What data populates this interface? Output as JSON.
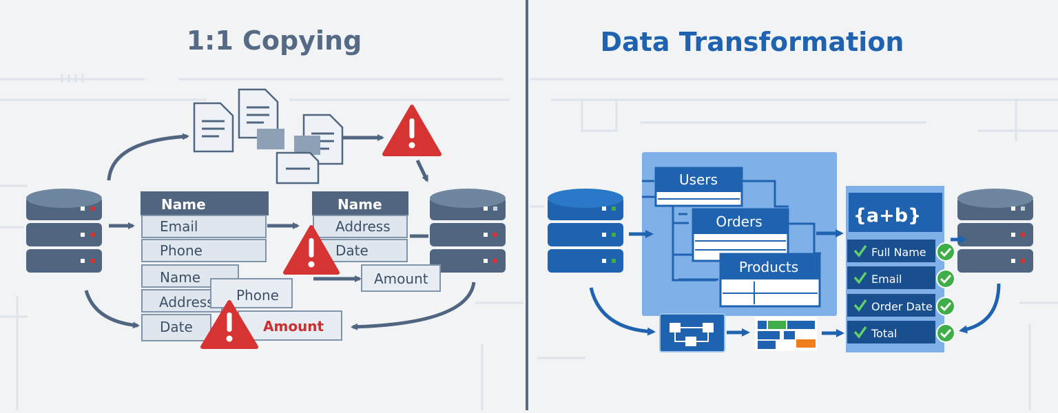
{
  "left_panel": {
    "title": "1:1 Copying",
    "source_table": {
      "header": "Name",
      "rows": [
        "Email",
        "Phone",
        "Name",
        "Address",
        "Date"
      ]
    },
    "misaligned_fields": {
      "phone": "Phone",
      "amount": "Amount"
    },
    "target_table": {
      "header": "Name",
      "rows": [
        "Address",
        "Date"
      ],
      "overflow_field": "Amount"
    }
  },
  "right_panel": {
    "title": "Data Transformation",
    "tables": [
      "Users",
      "Orders",
      "Products"
    ],
    "formula": "{a+b}",
    "output_fields": [
      "Full Name",
      "Email",
      "Order Date",
      "Total"
    ]
  },
  "colors": {
    "left_accent": "#4f6580",
    "right_accent": "#1f63b0",
    "warning": "#d63333",
    "success": "#3fae49"
  }
}
